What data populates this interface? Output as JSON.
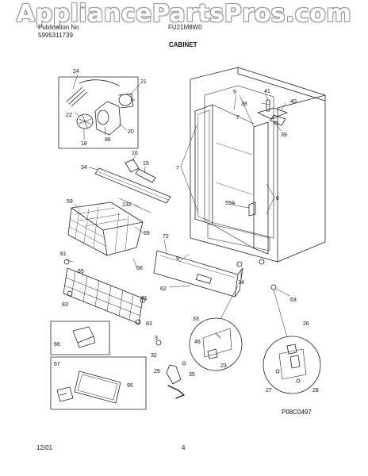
{
  "watermark": "AppliancePartsPros.com",
  "header": {
    "publication_label": "Publication No",
    "publication_number": "5995311739",
    "model": "FU21M8W0",
    "section_title": "CABINET"
  },
  "footer": {
    "date": "12/01",
    "page": "4"
  },
  "diagram": {
    "drawing_code": "P08C0497",
    "part_labels": [
      "24",
      "21",
      "22",
      "20",
      "18",
      "86",
      "16",
      "15",
      "34",
      "132",
      "59",
      "69",
      "81",
      "65",
      "68",
      "83",
      "81",
      "83",
      "66",
      "67",
      "95",
      "72",
      "62",
      "9",
      "7",
      "59A",
      "6",
      "41",
      "38",
      "40",
      "39",
      "9",
      "7",
      "14",
      "63",
      "33",
      "46",
      "23",
      "3",
      "32",
      "29",
      "35",
      "26",
      "27",
      "28"
    ]
  }
}
